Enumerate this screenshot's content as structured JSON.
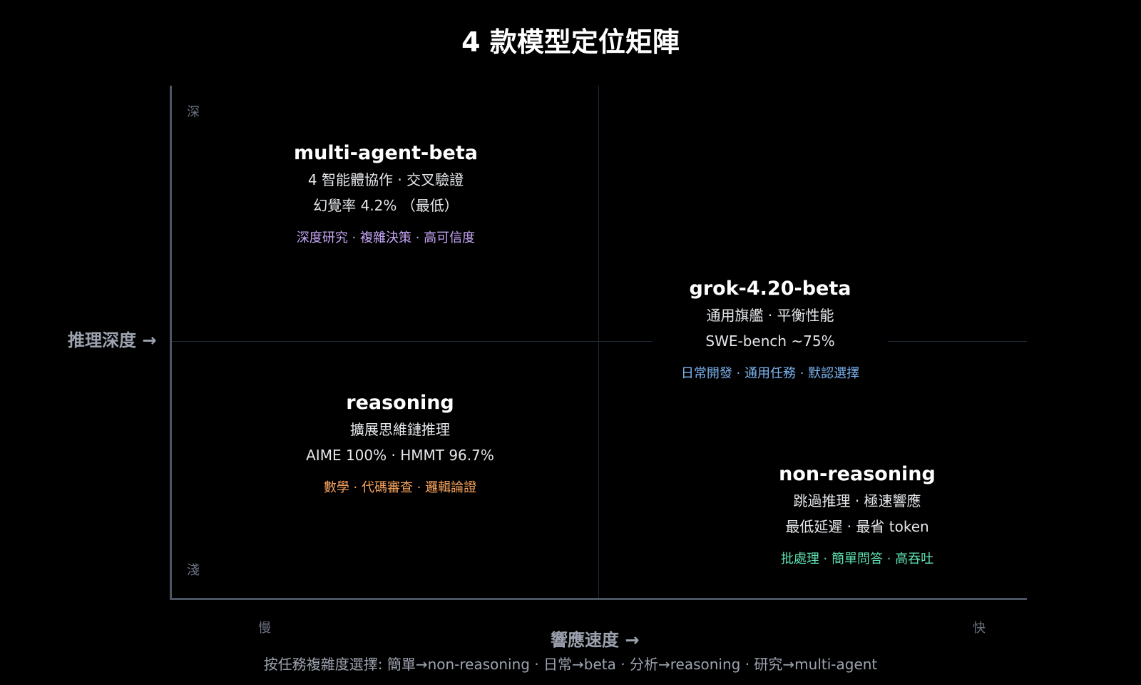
{
  "title": "4 款模型定位矩陣",
  "axes": {
    "y_label": "推理深度 →",
    "y_top": "深",
    "y_bottom": "淺",
    "x_label": "響應速度 →",
    "x_left": "慢",
    "x_right": "快"
  },
  "quadrants": [
    {
      "name": "multi-agent-beta",
      "line1": "4 智能體協作 · 交叉驗證",
      "line2": "幻覺率 4.2% （最低）",
      "tags": "深度研究 · 複雜決策 · 高可信度",
      "tag_color": "#c4a5f5"
    },
    {
      "name": "grok-4.20-beta",
      "line1": "通用旗艦 · 平衡性能",
      "line2": "SWE-bench ~75%",
      "tags": "日常開發 · 通用任務 · 默認選擇",
      "tag_color": "#7cb4f0"
    },
    {
      "name": "reasoning",
      "line1": "擴展思維鏈推理",
      "line2": "AIME 100% · HMMT 96.7%",
      "tags": "數學 · 代碼審查 · 邏輯論證",
      "tag_color": "#f5a35c"
    },
    {
      "name": "non-reasoning",
      "line1": "跳過推理 · 極速響應",
      "line2": "最低延遲 · 最省 token",
      "tags": "批處理 · 簡單問答 · 高吞吐",
      "tag_color": "#5ee0b0"
    }
  ],
  "footer": "按任務複雜度選擇: 簡單→non-reasoning · 日常→beta · 分析→reasoning · 研究→multi-agent",
  "colors": {
    "background": "#000000",
    "axis": "#4b5563",
    "gridline": "#1f2937",
    "axis_label": "#9ca3af"
  }
}
